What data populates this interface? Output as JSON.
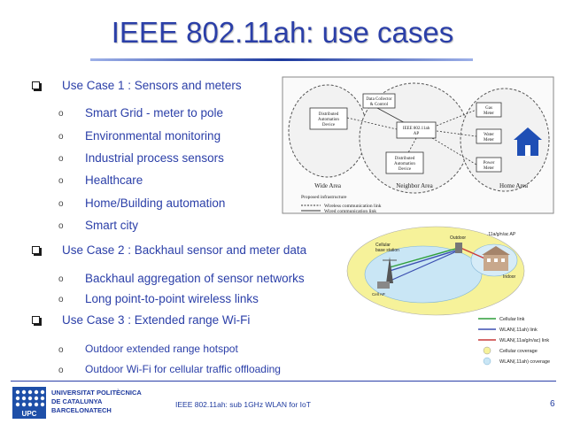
{
  "slide": {
    "title": "IEEE 802.11ah: use cases",
    "use_case_1": {
      "heading": "Use Case 1 : Sensors and meters",
      "items": [
        "Smart Grid - meter to pole",
        "Environmental monitoring",
        "Industrial process sensors",
        "Healthcare",
        "Home/Building automation",
        "Smart city"
      ]
    },
    "use_case_2": {
      "heading": "Use Case 2 : Backhaul sensor and meter data",
      "items": [
        "Backhaul aggregation of sensor networks",
        "Long point-to-point wireless links"
      ]
    },
    "use_case_3": {
      "heading": "Use Case 3 : Extended range Wi-Fi",
      "items": [
        "Outdoor extended range hotspot",
        "Outdoor Wi-Fi for cellular traffic offloading"
      ]
    }
  },
  "figure_1": {
    "data_collector": "Data Collector",
    "data_collector_2": "& Control",
    "dad_left_1": "Distributed",
    "dad_left_2": "Automation",
    "dad_left_3": "Device",
    "ap_1": "IEEE 802.11ah",
    "ap_2": "AP",
    "dad_mid_1": "Distributed",
    "dad_mid_2": "Automation",
    "dad_mid_3": "Device",
    "gas_1": "Gas",
    "gas_2": "Meter",
    "water_1": "Water",
    "water_2": "Meter",
    "power_1": "Power",
    "power_2": "Meter",
    "wide_area": "Wide Area",
    "neighbor_area": "Neighbor Area",
    "home_area": "Home Area",
    "proposed": "Proposed infrastructure",
    "legend_wireless": "Wireless communication link",
    "legend_wired": "Wired communication link"
  },
  "figure_2": {
    "outdoor": "Outdoor",
    "ap_label": ".11a/g/n/ac AP",
    "cellular_1": "Cellular",
    "cellular_2": "base station",
    "indoor": "Indoor",
    "client": "Cell AP",
    "legend": [
      "Cellular link",
      "WLAN(.11ah) link",
      "WLAN(.11a/g/n/ac) link",
      "Cellular coverage",
      "WLAN(.11ah) coverage"
    ]
  },
  "footer": {
    "university_1": "UNIVERSITAT POLITÈCNICA",
    "university_2": "DE CATALUNYA",
    "university_3": "BARCELONATECH",
    "logo_text": "UPC",
    "text": "IEEE 802.11ah: sub 1GHz WLAN for IoT",
    "page": "6"
  },
  "colors": {
    "title": "#2b3fa8",
    "text": "#2b3fa8",
    "cellular_link": "#2e9e3a",
    "wlan_ah_link": "#3b4fb0",
    "wlan_acgn_link": "#c83a3a",
    "cellular_coverage": "#f6f29a",
    "wlan_ah_coverage": "#c9e6f5"
  }
}
